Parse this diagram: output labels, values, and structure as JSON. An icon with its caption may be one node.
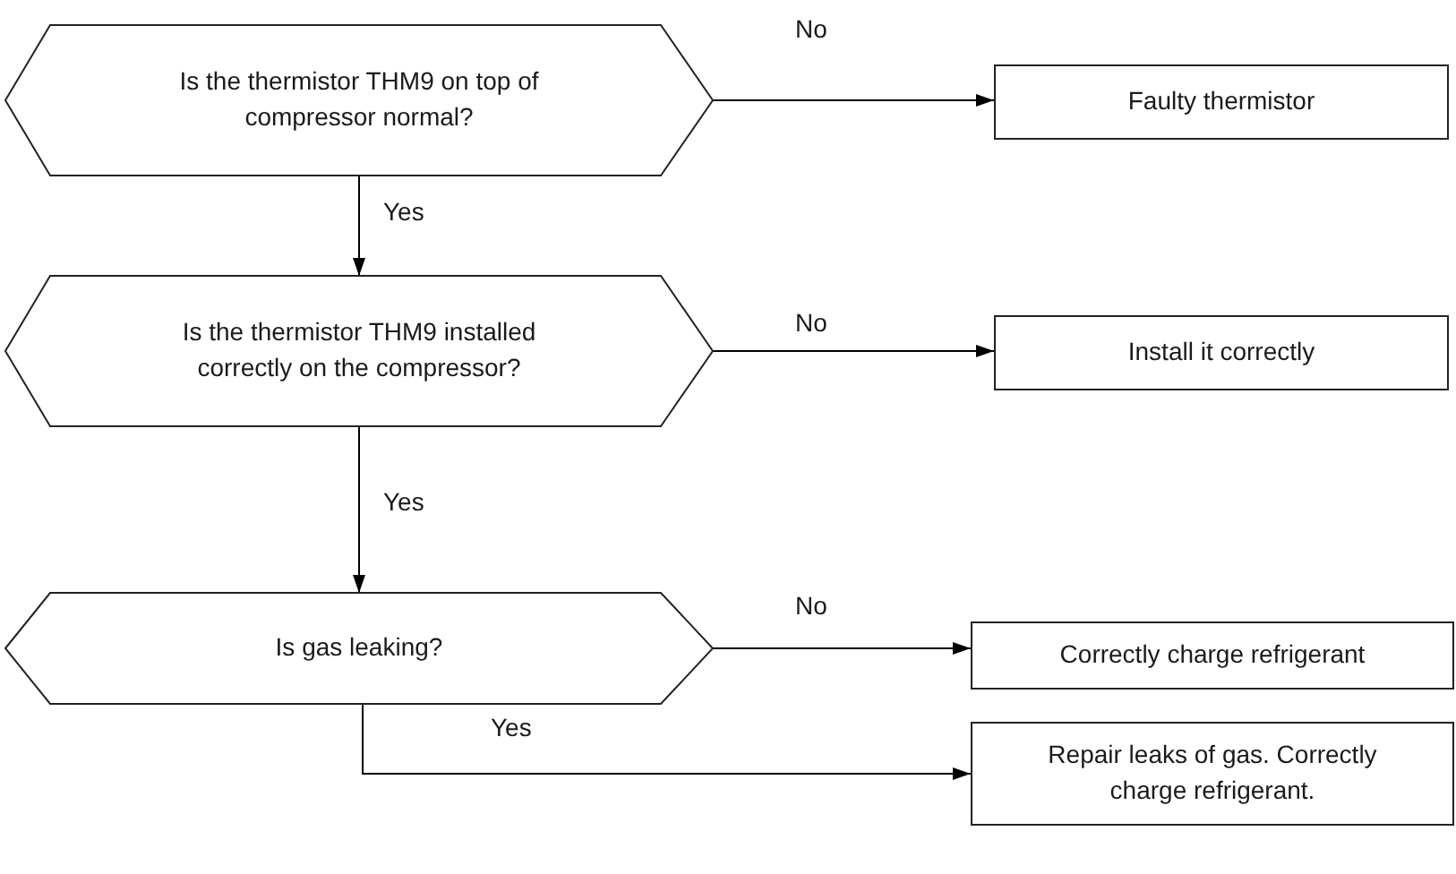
{
  "diagram": {
    "nodes": [
      {
        "text": [
          "Is the thermistor THM9 on top of compressor normal?"
        ]
      },
      {
        "text": [
          "Faulty thermistor"
        ]
      },
      {
        "text": [
          "Is the thermistor THM9 installed correctly on the compressor?"
        ]
      },
      {
        "text": [
          "Install it correctly"
        ]
      },
      {
        "text": [
          "Is gas leaking?"
        ]
      },
      {
        "text": [
          "Correctly charge refrigerant"
        ]
      },
      {
        "text": [
          "Repair leaks of gas. Correctly charge refrigerant."
        ]
      }
    ],
    "edges": [
      {
        "from": 0,
        "to": 1,
        "arrow": "to",
        "label": "No"
      },
      {
        "from": 0,
        "to": 2,
        "arrow": "to",
        "label": "Yes"
      },
      {
        "from": 2,
        "to": 3,
        "arrow": "to",
        "label": "No"
      },
      {
        "from": 2,
        "to": 4,
        "arrow": "to",
        "label": "Yes"
      },
      {
        "from": 4,
        "to": 5,
        "arrow": "to",
        "label": "No"
      },
      {
        "from": 4,
        "to": 6,
        "arrow": "to",
        "label": "Yes"
      }
    ]
  }
}
